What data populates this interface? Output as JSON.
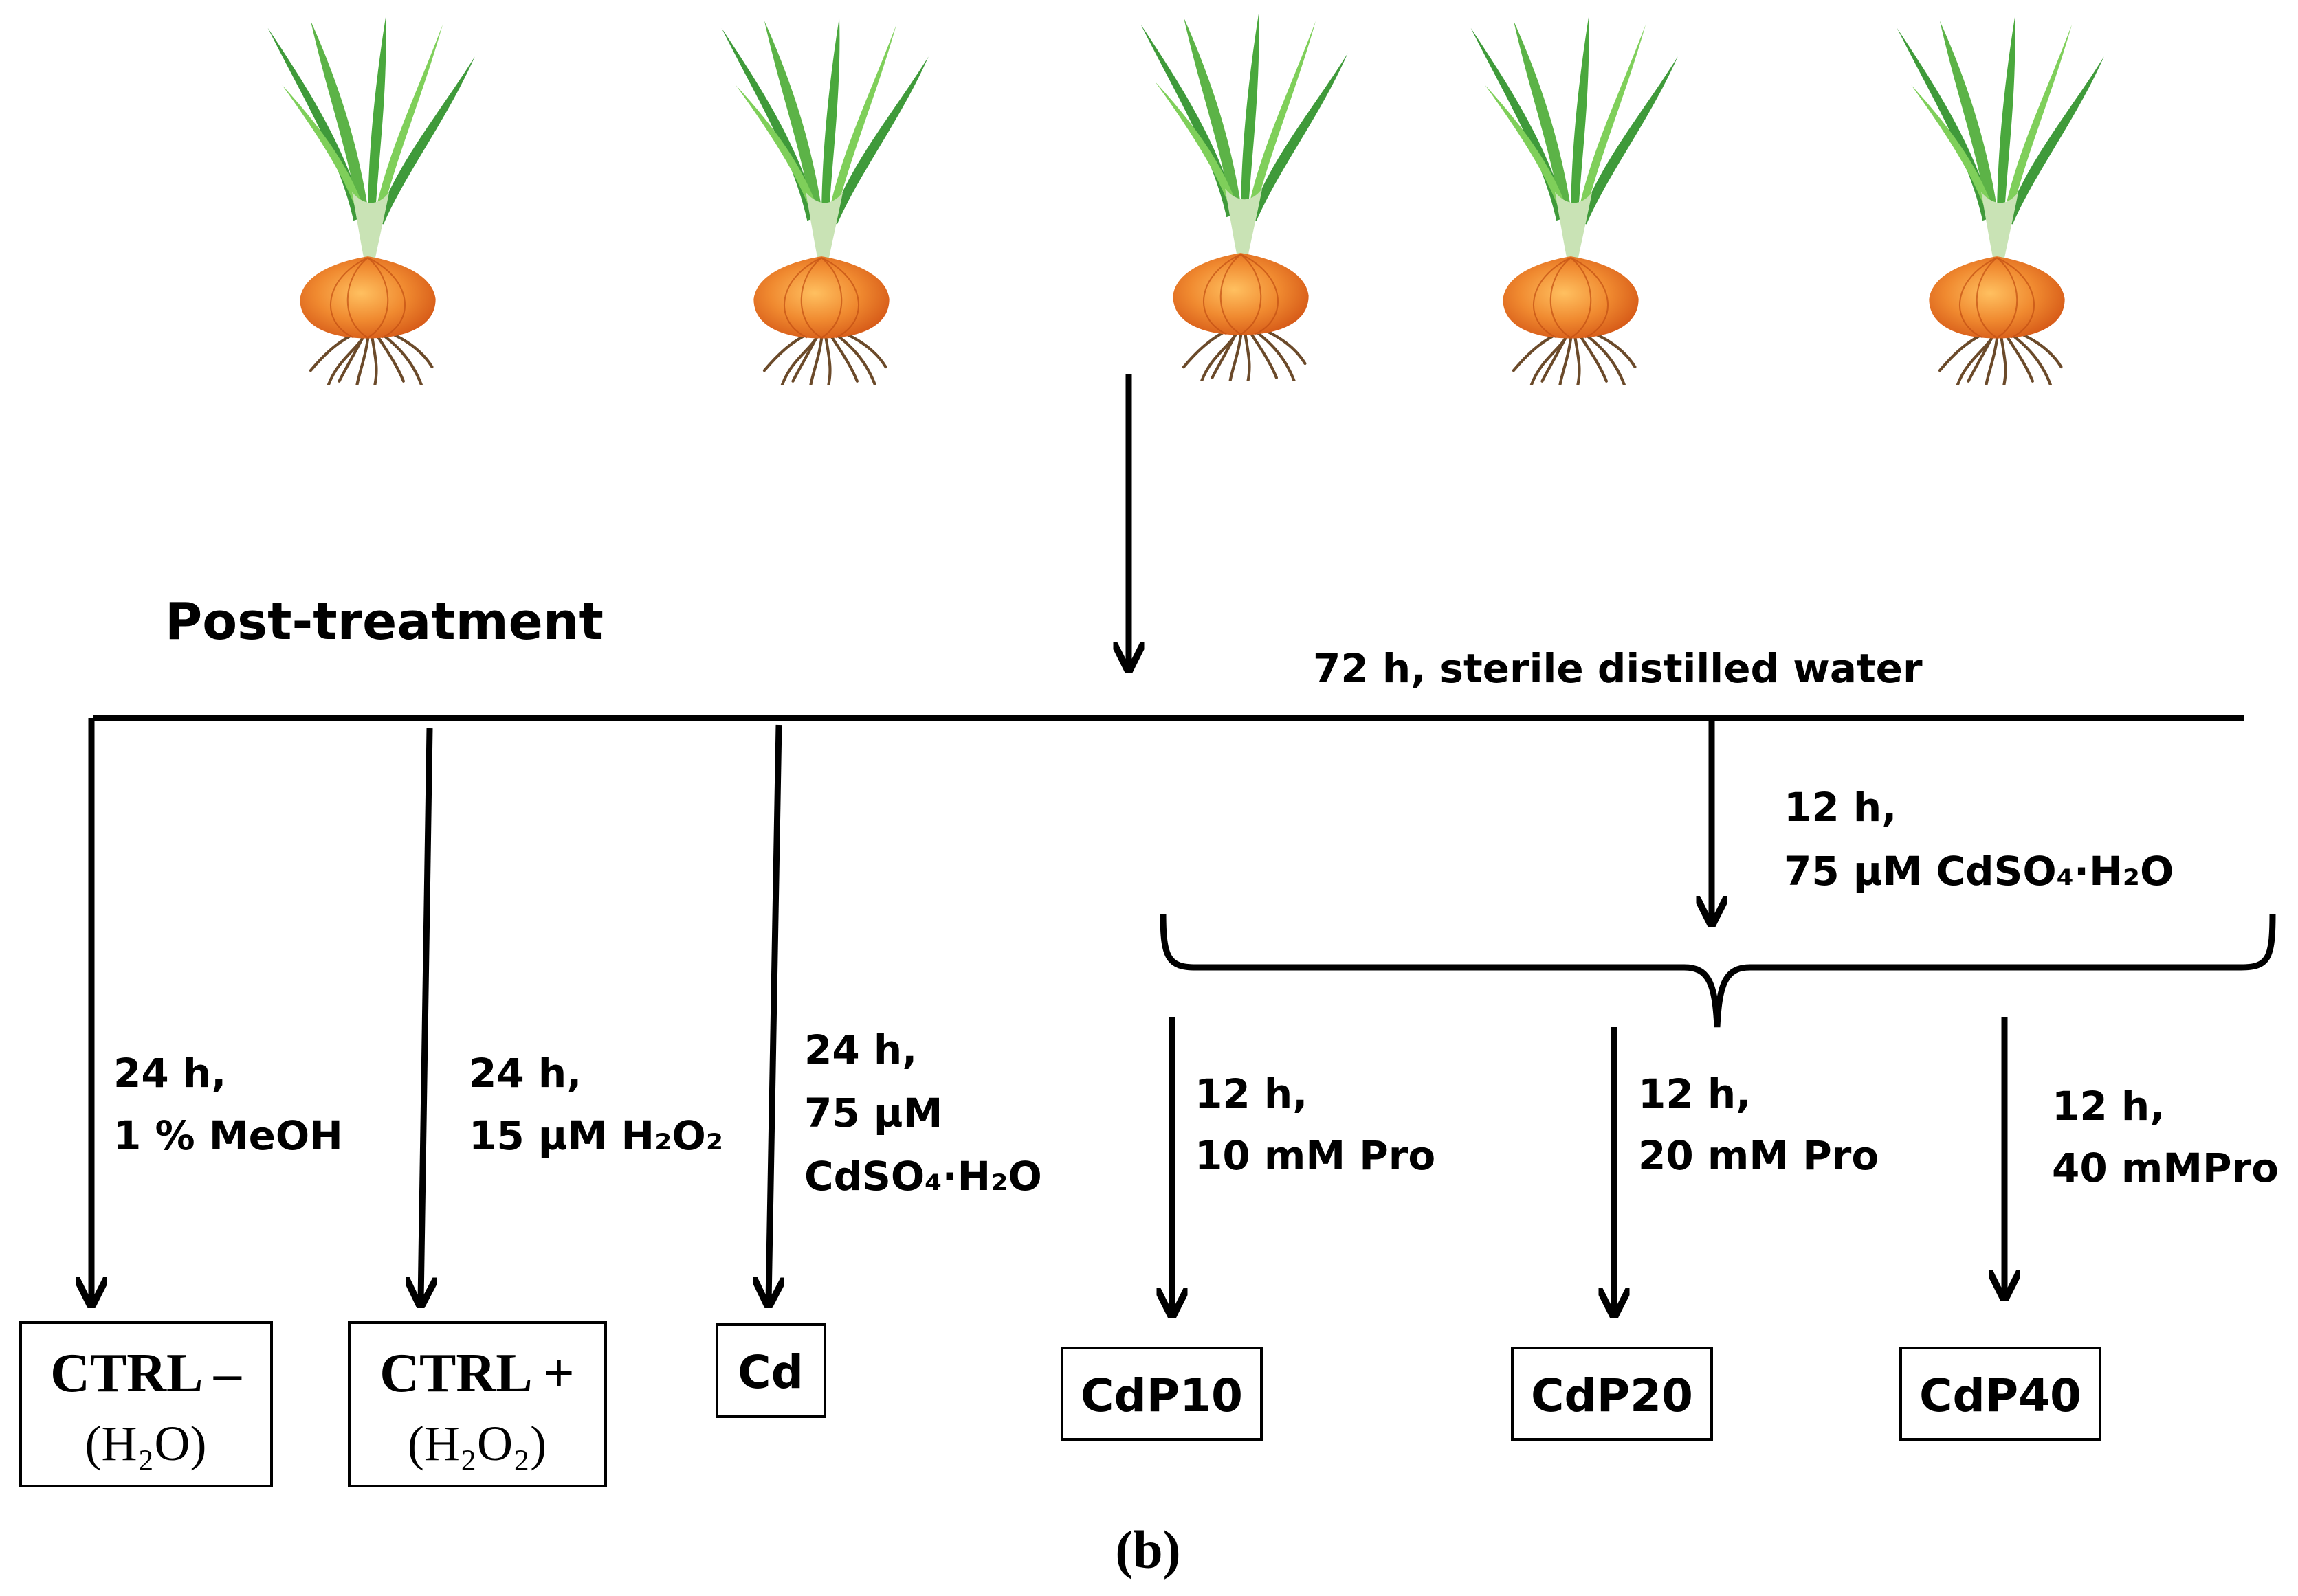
{
  "diagram": {
    "title": "Post-treatment",
    "main_label": "72 h, sterile distilled water",
    "branch_label": [
      "12 h,",
      "75 µM CdSO₄·H₂O"
    ],
    "treatments": [
      {
        "id": "ctrl-neg",
        "lines": [
          "24 h,",
          "1 % MeOH"
        ],
        "box_line1": "CTRL –",
        "box_line2": "(H₂O)"
      },
      {
        "id": "ctrl-pos",
        "lines": [
          "24 h,",
          "15 µM H₂O₂"
        ],
        "box_line1": "CTRL +",
        "box_line2": "(H₂O₂)"
      },
      {
        "id": "cd",
        "lines": [
          "24 h,",
          "75 µM",
          "CdSO₄·H₂O"
        ],
        "box_line1": "Cd"
      },
      {
        "id": "cdp10",
        "lines": [
          "12 h,",
          "10 mM Pro"
        ],
        "box_line1": "CdP10"
      },
      {
        "id": "cdp20",
        "lines": [
          "12 h,",
          "20 mM Pro"
        ],
        "box_line1": "CdP20"
      },
      {
        "id": "cdp40",
        "lines": [
          "12 h,",
          "40 mMPro"
        ],
        "box_line1": "CdP40"
      }
    ],
    "panel_label": "(b)",
    "colors": {
      "line": "#000000",
      "bulb": "#ee7a2a",
      "bulb_highlight": "#ffc060",
      "leaf": "#3f9a3a",
      "leaf_light": "#7fcf5a",
      "stem": "#c9e3b5",
      "root": "#6b4a2a"
    }
  }
}
